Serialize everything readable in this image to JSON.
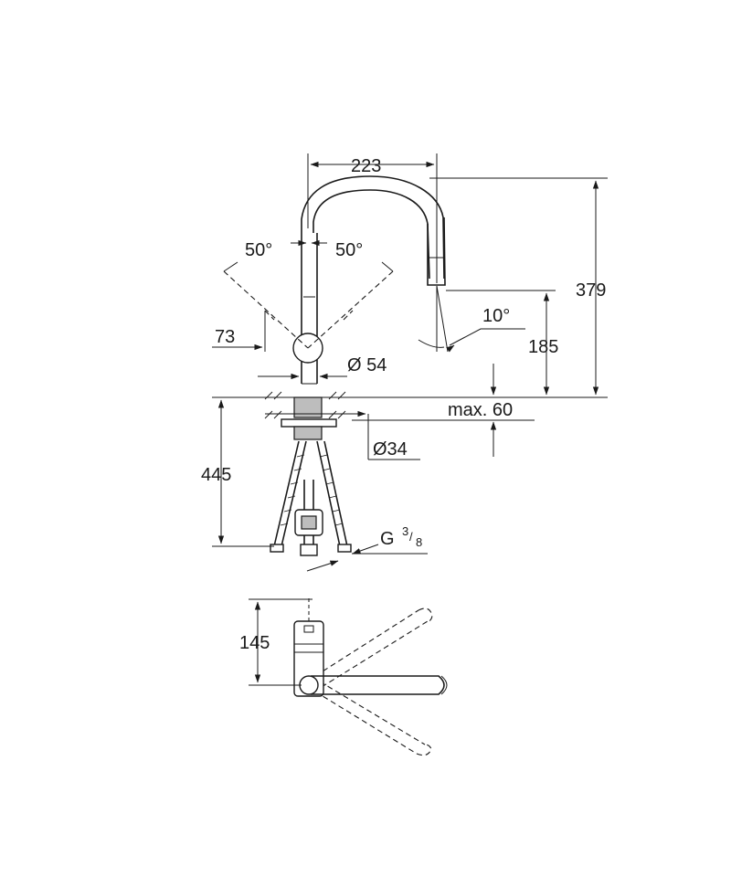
{
  "dimensions": {
    "width": "223",
    "height": "379",
    "spout_height": "185",
    "angle_left": "50°",
    "angle_right": "50°",
    "spray_angle": "10°",
    "lever_offset": "73",
    "body_diameter": "Ø 54",
    "counter_thickness": "max. 60",
    "hole_diameter": "Ø34",
    "hose_length": "445",
    "connection_main": "G",
    "connection_num": "3",
    "connection_den": "8",
    "top_view_depth": "145"
  }
}
